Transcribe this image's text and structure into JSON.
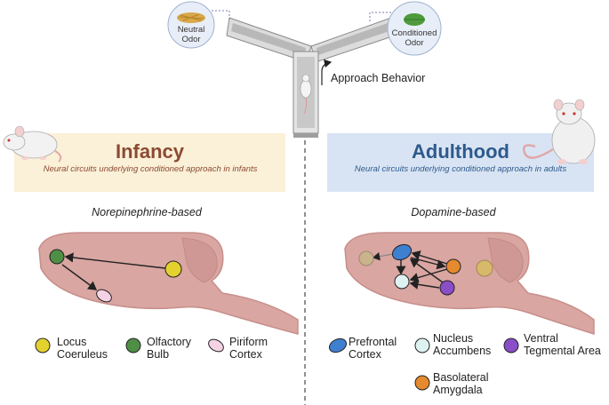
{
  "maze": {
    "neutral_odor": "Neutral Odor",
    "conditioned_odor": "Conditioned Odor",
    "approach_behavior": "Approach Behavior"
  },
  "infancy": {
    "title": "Infancy",
    "subtitle": "Neural circuits underlying conditioned approach in infants",
    "basis": "Norepinephrine-based",
    "title_color": "#8b4a32",
    "box_color": "#fbf0d8",
    "legend": [
      {
        "label": "Locus Coeruleus",
        "color": "#e3d22e"
      },
      {
        "label": "Olfactory Bulb",
        "color": "#4f8f45"
      },
      {
        "label": "Piriform Cortex",
        "color": "#f6d3e4"
      }
    ]
  },
  "adulthood": {
    "title": "Adulthood",
    "subtitle": "Neural circuits underlying conditioned approach in adults",
    "basis": "Dopamine-based",
    "title_color": "#2e5a8c",
    "box_color": "#d8e4f4",
    "legend": [
      {
        "label": "Prefrontal Cortex",
        "color": "#3f7fd0"
      },
      {
        "label": "Nucleus Accumbens",
        "color": "#dff2f2"
      },
      {
        "label": "Ventral Tegmental Area",
        "color": "#8a4ec8"
      },
      {
        "label": "Basolateral Amygdala",
        "color": "#e58a2e"
      }
    ]
  },
  "colors": {
    "brain": "#d9a6a2",
    "brain_outline": "#c78f8b",
    "divider": "#555555"
  }
}
